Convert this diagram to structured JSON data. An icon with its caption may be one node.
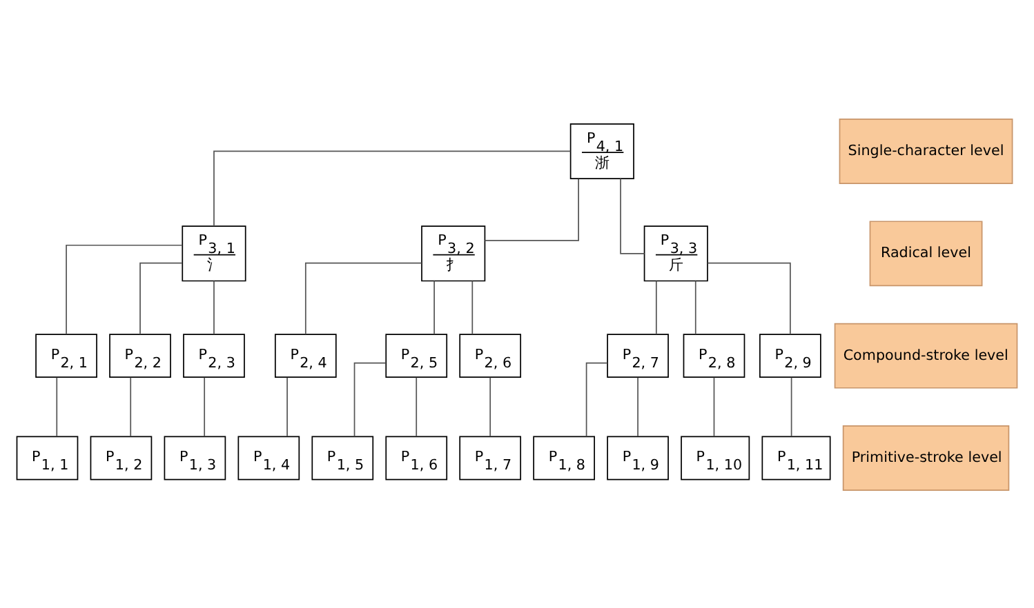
{
  "diagram": {
    "nodes": [
      {
        "text": [
          "P$_{4, 1}$",
          "浙"
        ]
      },
      {
        "text": [
          "Single-character level"
        ]
      },
      {
        "text": [
          "P$_{3, 1}$",
          "氵"
        ]
      },
      {
        "text": [
          "P$_{3, 2}$",
          "扌"
        ]
      },
      {
        "text": [
          "P$_{3, 3}$",
          "斤"
        ]
      },
      {
        "text": [
          "Radical level"
        ]
      },
      {
        "text": [
          "P$_{2, 1}$"
        ]
      },
      {
        "text": [
          "P$_{2, 2}$"
        ]
      },
      {
        "text": [
          "P$_{2, 3}$"
        ]
      },
      {
        "text": [
          "P$_{2, 4}$"
        ]
      },
      {
        "text": [
          "P$_{2, 5}$"
        ]
      },
      {
        "text": [
          "P$_{2, 6}$"
        ]
      },
      {
        "text": [
          "P$_{2, 7}$"
        ]
      },
      {
        "text": [
          "P$_{2, 8}$"
        ]
      },
      {
        "text": [
          "P$_{2, 9}$"
        ]
      },
      {
        "text": [
          "Compound-stroke level"
        ]
      },
      {
        "text": [
          "P$_{1, 1}$"
        ]
      },
      {
        "text": [
          "P$_{1, 2}$"
        ]
      },
      {
        "text": [
          "P$_{1, 3}$"
        ]
      },
      {
        "text": [
          "P$_{1, 4}$"
        ]
      },
      {
        "text": [
          "P$_{1, 5}$"
        ]
      },
      {
        "text": [
          "P$_{1, 6}$"
        ]
      },
      {
        "text": [
          "P$_{1, 7}$"
        ]
      },
      {
        "text": [
          "P$_{1, 8}$"
        ]
      },
      {
        "text": [
          "P$_{1, 9}$"
        ]
      },
      {
        "text": [
          "P$_{1, 10}$"
        ]
      },
      {
        "text": [
          "P$_{1, 11}$"
        ]
      },
      {
        "text": [
          "Primitive-stroke level"
        ]
      }
    ],
    "edges": [
      {
        "from": 0,
        "to": 2,
        "arrow": "none"
      },
      {
        "from": 0,
        "to": 3,
        "arrow": "none"
      },
      {
        "from": 0,
        "to": 4,
        "arrow": "none"
      },
      {
        "from": 2,
        "to": 6,
        "arrow": "none"
      },
      {
        "from": 2,
        "to": 7,
        "arrow": "none"
      },
      {
        "from": 2,
        "to": 8,
        "arrow": "none"
      },
      {
        "from": 3,
        "to": 9,
        "arrow": "none"
      },
      {
        "from": 3,
        "to": 10,
        "arrow": "none"
      },
      {
        "from": 3,
        "to": 11,
        "arrow": "none"
      },
      {
        "from": 4,
        "to": 12,
        "arrow": "none"
      },
      {
        "from": 4,
        "to": 13,
        "arrow": "none"
      },
      {
        "from": 4,
        "to": 14,
        "arrow": "none"
      },
      {
        "from": 6,
        "to": 16,
        "arrow": "none"
      },
      {
        "from": 7,
        "to": 17,
        "arrow": "none"
      },
      {
        "from": 8,
        "to": 18,
        "arrow": "none"
      },
      {
        "from": 9,
        "to": 19,
        "arrow": "none"
      },
      {
        "from": 10,
        "to": 20,
        "arrow": "none"
      },
      {
        "from": 10,
        "to": 21,
        "arrow": "none"
      },
      {
        "from": 11,
        "to": 22,
        "arrow": "none"
      },
      {
        "from": 12,
        "to": 23,
        "arrow": "none"
      },
      {
        "from": 12,
        "to": 24,
        "arrow": "none"
      },
      {
        "from": 13,
        "to": 25,
        "arrow": "none"
      },
      {
        "from": 14,
        "to": 26,
        "arrow": "none"
      }
    ]
  }
}
